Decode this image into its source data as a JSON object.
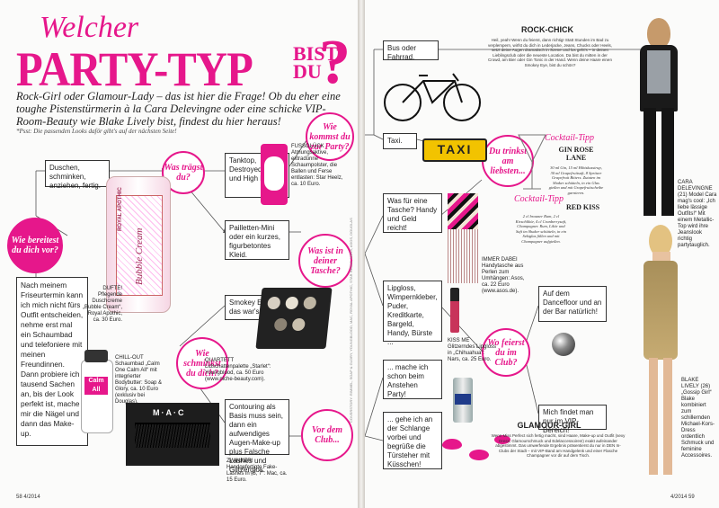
{
  "title": {
    "line1": "Welcher",
    "line2": "PARTY-TYP",
    "bist": "BIST",
    "du": "DU",
    "qmark": "?"
  },
  "intro": "Rock-Girl oder Glamour-Lady – das ist hier die Frage! Ob du eher eine toughe Pistenstürmerin à la Cara Delevingne oder eine schicke VIP-Room-Beauty wie Blake Lively bist, findest du hier heraus!",
  "psst": "*Psst: Die passenden Looks daför gibt's auf der nächsten Seite!",
  "circles": {
    "bereitest": "Wie bereitest du dich vor?",
    "traegst": "Was trägst du?",
    "schminkst": "Wie schminkst du dich?",
    "vordem": "Vor dem Club...",
    "kommst": "Wie kommst du zur Party?",
    "tasche": "Was ist in deiner Tasche?",
    "trinkst": "Du trinkst am liebsten...",
    "feierst": "Wo feierst du im Club?"
  },
  "boxes": {
    "duschen": "Duschen, schminken, anziehen, fertig.",
    "friseur": "Nach meinem Friseurtermin kann ich mich nicht fürs Outfit entscheiden, nehme erst mal ein Schaumbad und telefoniere mit meinen Freundinnen. Dann probiere ich tausend Sachen an, bis der Look perfekt ist, mache mir die Nägel und dann das Make-up.",
    "tanktop": "Tanktop, Destroyed Jeans und High Heels.",
    "pailletten": "Pailletten-Mini oder ein kurzes, figurbetontes Kleid.",
    "smokey": "Smokey Eyes, das war's!",
    "contouring": "Contouring als Basis muss sein, dann ein aufwendiges Augen-Make-up plus Falsche Lashes und Glitzerglos.",
    "bus": "Bus oder Fahrrad.",
    "taxi": "Taxi.",
    "tasche_text": "Was für eine Tasche? Handy und Geld reicht!",
    "lipgloss": "Lipgloss, Wimpernkleber, Puder, Kreditkarte, Bargeld, Handy, Bürste ...",
    "anstehen": "... mache ich schon beim Anstehen Party!",
    "schlange": "... gehe ich an der Schlange vorbei und begrüße die Türsteher mit Küsschen!",
    "dancefloor": "Auf dem Dancefloor und an der Bar natürlich!",
    "vip": "Mich findet man nur im VIP-Bereich!"
  },
  "captions": {
    "dufte": "DUFTE! Pflegende Duschcreme „Bubble Cream“, Royal Apothic, ca. 30 Euro.",
    "chill": "CHILL-OUT Schaumbad „Calm One Calm All“ mit integrierter Bodybutter: Soap & Glory, ca. 10 Euro (exklusiv bei Douglas).",
    "fuss": "FUSSGLÜCK Atmungsaktive, extradünne Schaumpolster, die Ballen und Ferse entlasten: Star Heelz, ca. 10 Euro.",
    "quartett": "QUARTETT Lidschattenpalette „Starlet“: Youngblood, ca. 50 Euro (www.niche-beauty.com).",
    "zwinker": "ZWINKER! Handgefertigte Fake-Lashes in „8, 7“: Mac, ca. 15 Euro.",
    "dabei": "IMMER DABEI Handytasche aus Perlen zum Umhängen: Asos, ca. 22 Euro (www.asos.de).",
    "kiss": "KISS ME Glitzerndes Lipgloss in „Chihuahua“: Nars, ca. 25 Euro.",
    "cara": "CARA DELEVINGNE (21) Model Cara mag's cool: „Ich liebe lässige Outfits!“ Mit einem Metallic-Top wird ihre Jeanslook richtig partytauglich.",
    "blake": "BLAKE LIVELY (26) „Gossip Girl“ Blake kombiniert zum schillernden Michael-Kors-Dress ordentlich Schmuck und feminine Accessoires."
  },
  "rock": {
    "title": "ROCK-CHICK",
    "text": "Heil, yeah! Wenn du feierst, dann richtig! Statt Stunden im Bad zu verplempern, wirfst du dich in Lederjacke, Jeans, Chucks oder Heels, setzt deine Augen dramatisch in Szene und los geht's – in deinen Lieblingsclub oder die neueste Location. Da bist du mitten in der Crowd, am Bier oder Gin Tonic in der Hand. Wenn deine Haare einen Smokey Eye, bist du schön?"
  },
  "glam": {
    "title": "GLAMOUR-GIRL",
    "text": "Wenn Miss Perfect sich fertig macht, sind Haare, Make-up und Outfit (sexy Dress, Glamourschmuck und Edelaccessoires!) exakt aufeinander abgestimmt. Das umwerfende Ergebnis präsentierst du nur in DEN In-Clubs der Stadt – mit VIP-Band am Handgelenk und einer Flasche Champagner vor dir auf dem Tisch."
  },
  "gin": {
    "tipp": "Cocktail-Tipp",
    "title": "GIN ROSE LANE",
    "text": "30 ml Gin, 15 ml Hibiskussirup, 30 ml Grapefruitsaft, 8 Spritzer Grapefruit Bitters. Zutaten im Shaker schütteln, in ein Glas gießen und mit Grapefruitscheibe garnieren."
  },
  "redkiss": {
    "tipp": "Cocktail-Tipp",
    "title": "RED KISS",
    "text": "2 cl brauner Rum, 2 cl Kirschlikör, 4 cl Cranberrysaft, Champagner. Rum, Likör und Saft im Shaker schütteln, in ein Sektglas füllen und mit Champagner aufgießen."
  },
  "taxi_sign": "TAXI",
  "bubble": {
    "brand": "ROYAL APOTHIC",
    "name": "Bubble Cream"
  },
  "calm": {
    "line1": "Calm",
    "line2": "All"
  },
  "mac": "M·A·C",
  "folio": {
    "left": "58   4/2014",
    "right": "4/2014   59"
  },
  "vcredit": "COVERSTORY: RIMMEL, SOAP & GLORY, YOUNGBLOOD, MAC, ROYAL APOTHIC, STAR HEELZ, NARS, ASOS, DOUGLAS"
}
